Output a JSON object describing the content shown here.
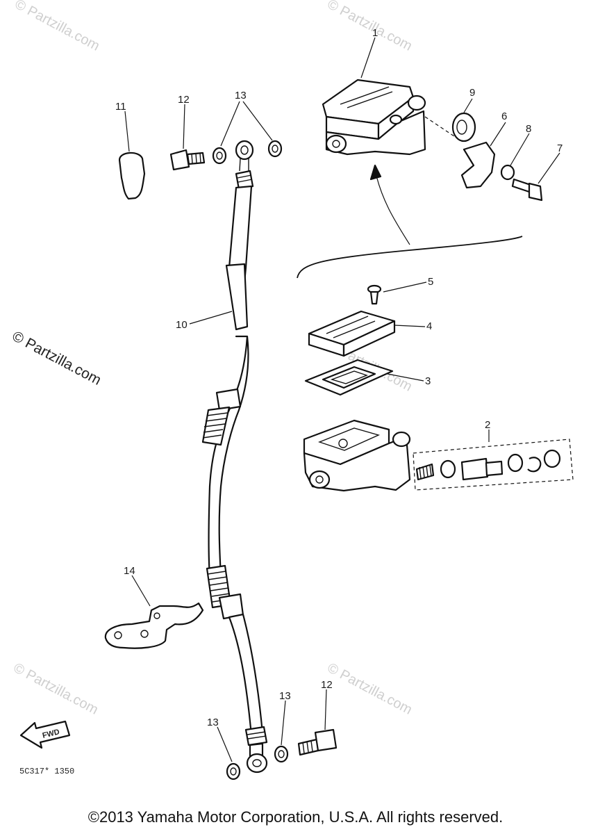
{
  "callouts": {
    "c1": "1",
    "c2": "2",
    "c3": "3",
    "c4": "4",
    "c5": "5",
    "c6": "6",
    "c7": "7",
    "c8": "8",
    "c9": "9",
    "c10": "10",
    "c11": "11",
    "c12a": "12",
    "c12b": "12",
    "c13a": "13",
    "c13b": "13",
    "c13c": "13",
    "c14": "14"
  },
  "fwd_label": "FWD",
  "diagram_code": "5C317* 1350",
  "watermark": "© Partzilla.com",
  "copyright": "©2013 Yamaha Motor Corporation, U.S.A. All rights reserved."
}
